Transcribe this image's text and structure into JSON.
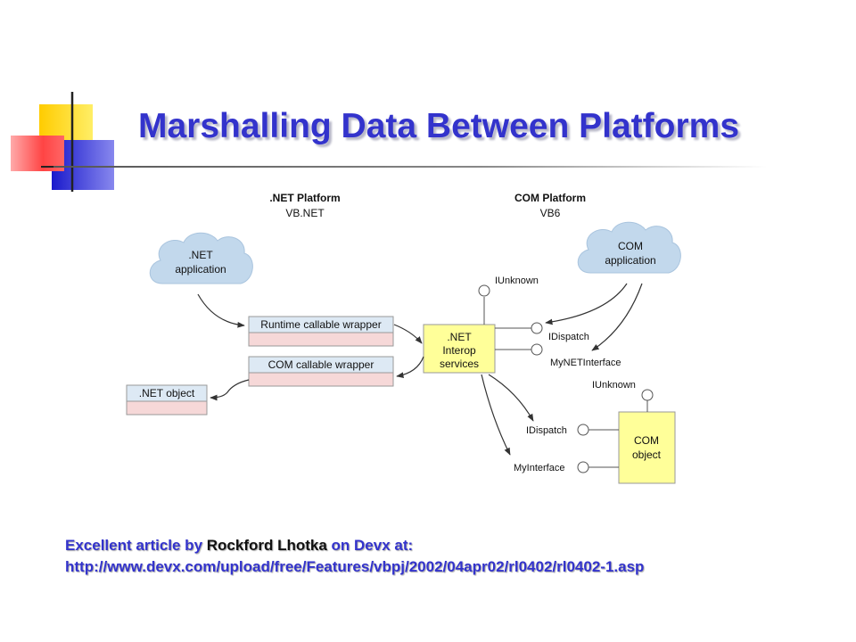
{
  "slide": {
    "title": "Marshalling Data Between Platforms",
    "footer": {
      "line1_prefix": "Excellent article by ",
      "author": "Rockford Lhotka",
      "line1_suffix": " on Devx at:",
      "url": "http://www.devx.com/upload/free/Features/vbpj/2002/04apr02/rl0402/rl0402-1.asp"
    }
  },
  "diagram": {
    "net_platform": {
      "title": ".NET Platform",
      "subtitle": "VB.NET"
    },
    "com_platform": {
      "title": "COM Platform",
      "subtitle": "VB6"
    },
    "net_application": {
      "line1": ".NET",
      "line2": "application"
    },
    "com_application": {
      "line1": "COM",
      "line2": "application"
    },
    "rcw": "Runtime callable wrapper",
    "ccw": "COM callable wrapper",
    "net_object": ".NET object",
    "interop": {
      "line1": ".NET",
      "line2": "Interop",
      "line3": "services"
    },
    "com_object": {
      "line1": "COM",
      "line2": "object"
    },
    "interfaces": {
      "iunknown_top": "IUnknown",
      "idispatch_top": "IDispatch",
      "mynetinterface": "MyNETInterface",
      "iunknown_com": "IUnknown",
      "idispatch_bottom": "IDispatch",
      "myinterface": "MyInterface"
    }
  },
  "colors": {
    "title": "#3333cc",
    "cloud": "#c2d8ec",
    "wrapper_top": "#dde9f4",
    "wrapper_bottom": "#f6d8d8",
    "interop_box": "#ffff99",
    "com_object_box": "#ffff99"
  }
}
